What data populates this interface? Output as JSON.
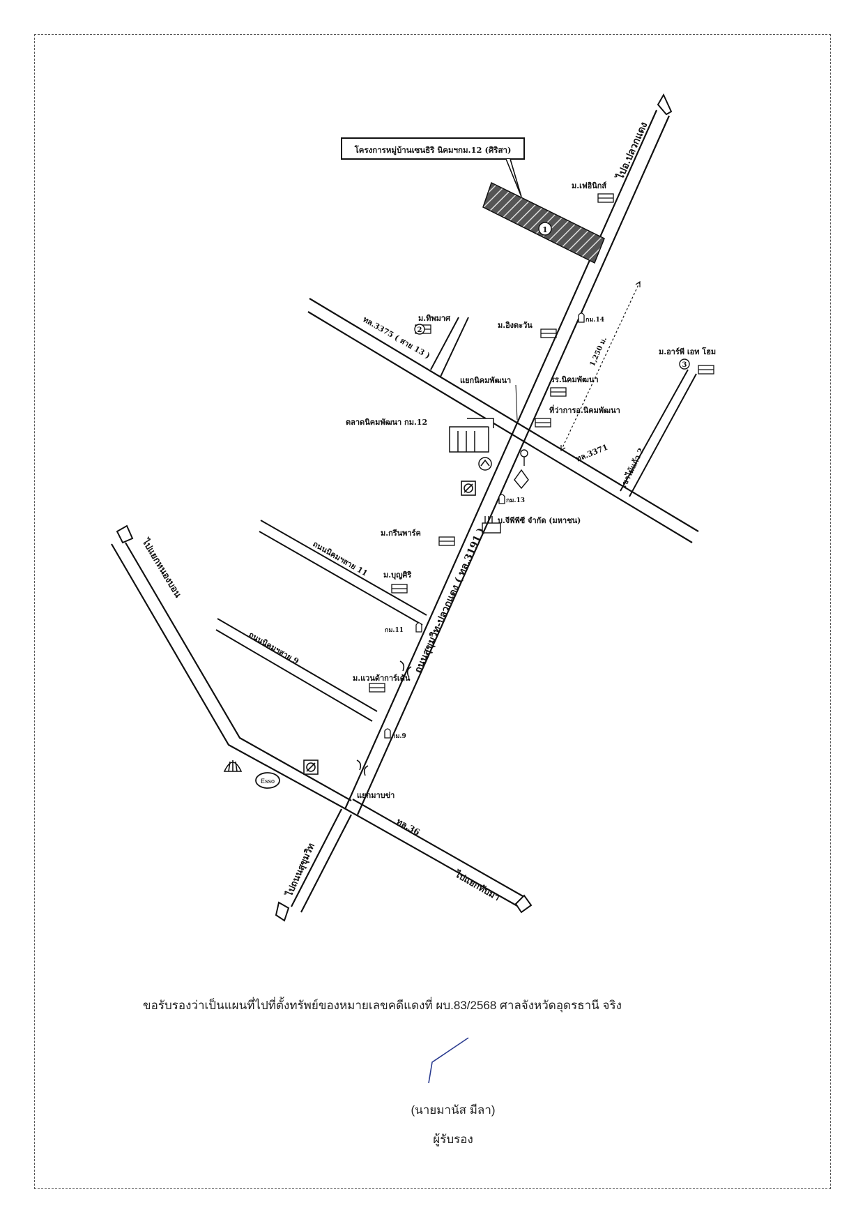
{
  "map": {
    "project_label": "โครงการหมู่บ้านเซนธิริ นิคมฯกม.12 (ศิริสา)",
    "markers": {
      "m1": "1",
      "m2": "2",
      "m3": "3"
    },
    "roads": {
      "to_pluak_daeng": "ไปอ.ปลวกแดง",
      "tl3375": "ทล.3375 ( สาย 13 )",
      "tl3371": "ทล.3371",
      "sukhumvit_pluak": "ถนนสุขุมวิท-ปลวกแดง ( ทล.3191 )",
      "nikhom11": "ถนนนิคมฯสาย 11",
      "nikhom9": "ถนนนิคมฯสาย 9",
      "to_nong_bon": "ไปแยกหนองบอน",
      "tl36": "ทล.36",
      "to_sukhumvit": "ไปถนนสุขุมวิท",
      "to_thap_ma": "ไปแยกทับมา",
      "khao_mai_kaeo": "เขาไม้แก้ว 2"
    },
    "places": {
      "m_phenix": "ม.เฟอินิกส์",
      "m_thipmas": "ม.ทิพมาศ",
      "m_ingtawan": "ม.อิงตะวัน",
      "m_arpe": "ม.อาร์พี เอท โฮม",
      "yaek_nikhom": "แยกนิคมพัฒนา",
      "school": "รร.นิคมพัฒนา",
      "district_office": "ที่ว่าการอ.นิคมพัฒนา",
      "market": "ตลาดนิคมพัฒนา กม.12",
      "company": "บ.จีพีพีซี จำกัด (มหาชน)",
      "m_green_park": "ม.กรีนพาร์ค",
      "m_boonsiri": "ม.บุญศิริ",
      "m_garden": "ม.แวนด้าการ์เด้น",
      "yaek_maab": "แยกมาบข่า"
    },
    "distance": "1,250 ม.",
    "km_posts": {
      "km14": "กม.14",
      "km13": "กม.13",
      "km11": "กม.11",
      "km9": "กม.9"
    },
    "esso": "Esso"
  },
  "certification": {
    "statement": "ขอรับรองว่าเป็นแผนที่ไปที่ตั้งทรัพย์ของหมายเลขคดีแดงที่ ผบ.83/2568 ศาลจังหวัดอุดรธานี จริง",
    "signer": "(นายมานัส   มีลา)",
    "role": "ผู้รับรอง"
  }
}
